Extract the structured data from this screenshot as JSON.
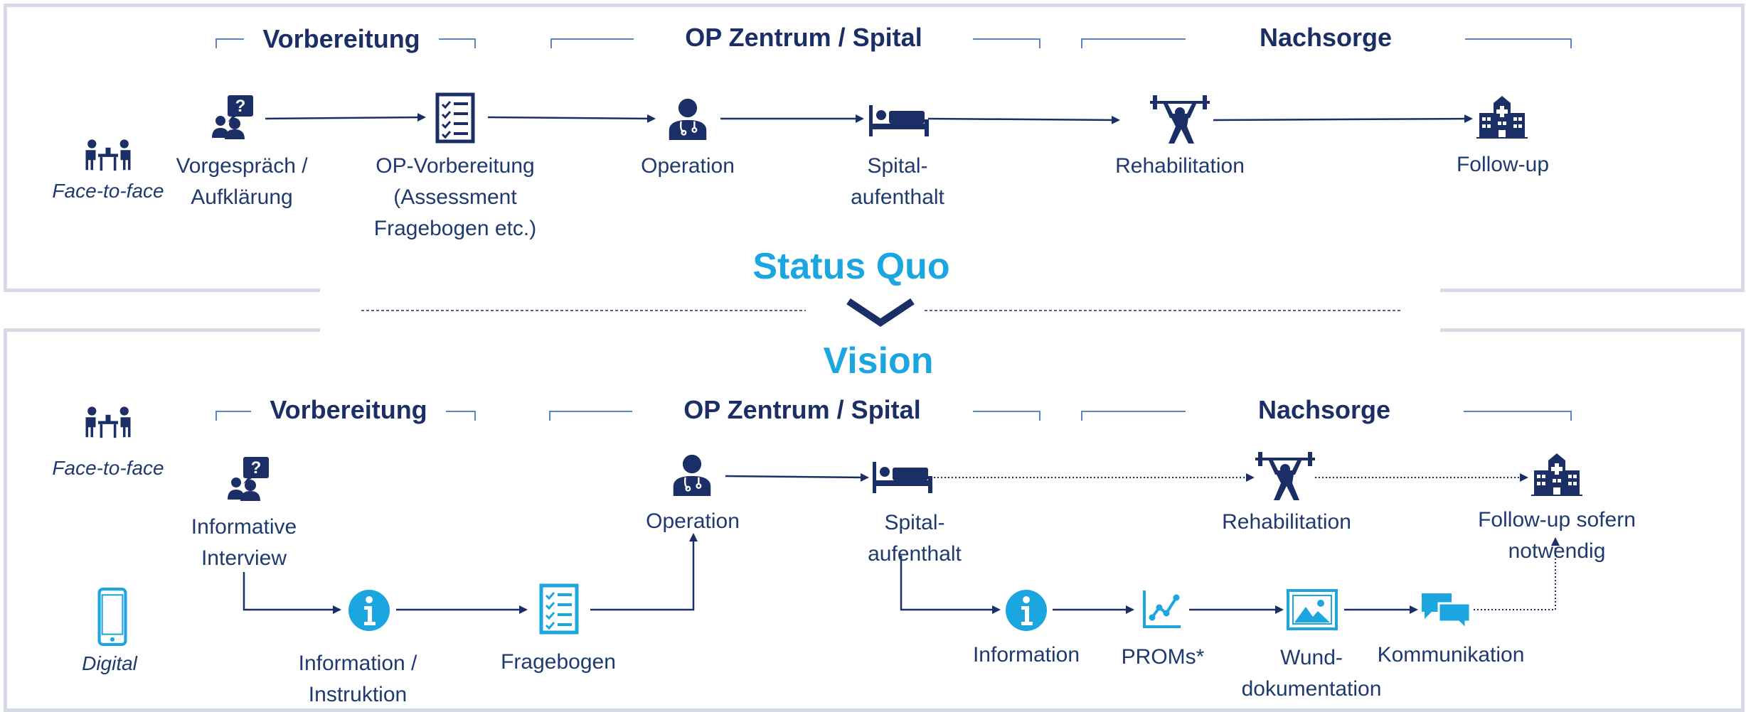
{
  "colors": {
    "navy": "#1b2f66",
    "accent": "#1ca6e0",
    "bracket": "#5b86c4",
    "panel_border": "#d6dbe6"
  },
  "status_quo": {
    "phases": {
      "prep": "Vorbereitung",
      "op": "OP Zentrum / Spital",
      "after": "Nachsorge"
    },
    "side_label": "Face-to-face",
    "steps": {
      "vorgespraech": "Vorgespräch /\nAufklärung",
      "op_vorbereitung": "OP-Vorbereitung\n(Assessment\nFragebogen etc.)",
      "operation": "Operation",
      "spital": "Spital-\naufenthalt",
      "rehabilitation": "Rehabilitation",
      "followup": "Follow-up"
    }
  },
  "transition": {
    "status_quo": "Status Quo",
    "vision": "Vision"
  },
  "vision": {
    "phases": {
      "prep": "Vorbereitung",
      "op": "OP Zentrum / Spital",
      "after": "Nachsorge"
    },
    "side_labels": {
      "face": "Face-to-face",
      "digital": "Digital"
    },
    "steps": {
      "interview": "Informative\nInterview",
      "operation": "Operation",
      "spital": "Spital-\naufenthalt",
      "rehabilitation": "Rehabilitation",
      "followup": "Follow-up sofern notwendig",
      "information_instruktion": "Information /\nInstruktion",
      "fragebogen": "Fragebogen",
      "information": "Information",
      "proms": "PROMs*",
      "wund": "Wund-\ndokumentation",
      "kommunikation": "Kommunikation"
    }
  },
  "icons": {
    "meeting": "meeting-icon",
    "consultation": "consultation-icon",
    "checklist": "checklist-icon",
    "doctor": "doctor-icon",
    "bed": "hospital-bed-icon",
    "weightlifter": "weightlifter-icon",
    "hospital": "hospital-building-icon",
    "phone": "smartphone-icon",
    "info": "info-icon",
    "chart": "line-chart-icon",
    "image": "image-icon",
    "chat": "chat-bubbles-icon",
    "chevron": "chevron-down-icon"
  }
}
